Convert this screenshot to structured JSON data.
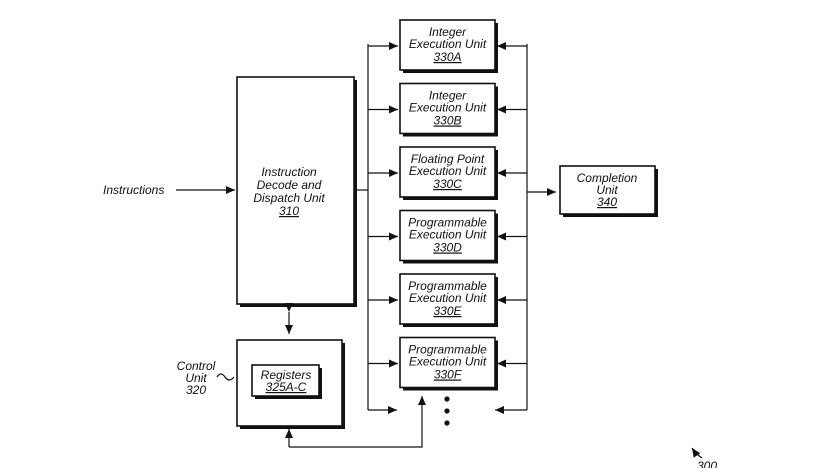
{
  "figure": {
    "ref": "300",
    "input_label": "Instructions",
    "dispatch": {
      "line1": "Instruction",
      "line2": "Decode and",
      "line3": "Dispatch Unit",
      "ref": "310"
    },
    "control": {
      "line1": "Control",
      "line2": "Unit",
      "ref": "320"
    },
    "registers": {
      "line1": "Registers",
      "ref": "325A-C"
    },
    "completion": {
      "line1": "Completion",
      "line2": "Unit",
      "ref": "340"
    },
    "units": [
      {
        "line1": "Integer",
        "line2": "Execution Unit",
        "ref": "330A"
      },
      {
        "line1": "Integer",
        "line2": "Execution Unit",
        "ref": "330B"
      },
      {
        "line1": "Floating Point",
        "line2": "Execution Unit",
        "ref": "330C"
      },
      {
        "line1": "Programmable",
        "line2": "Execution Unit",
        "ref": "330D"
      },
      {
        "line1": "Programmable",
        "line2": "Execution Unit",
        "ref": "330E"
      },
      {
        "line1": "Programmable",
        "line2": "Execution Unit",
        "ref": "330F"
      }
    ]
  }
}
